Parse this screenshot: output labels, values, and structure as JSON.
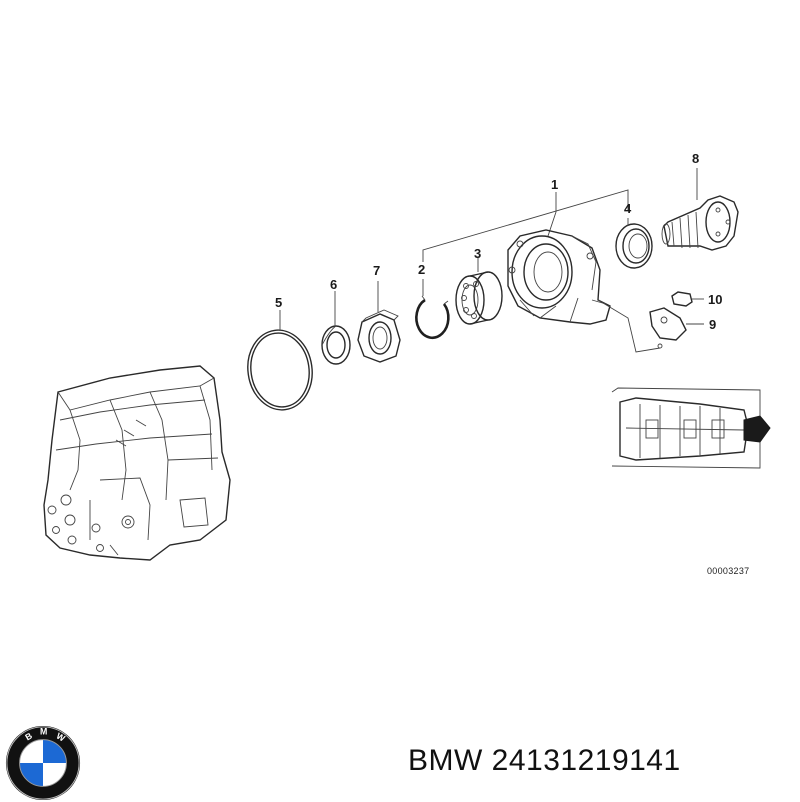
{
  "callouts": [
    {
      "id": "1",
      "label": "1"
    },
    {
      "id": "2",
      "label": "2"
    },
    {
      "id": "3",
      "label": "3"
    },
    {
      "id": "4",
      "label": "4"
    },
    {
      "id": "5",
      "label": "5"
    },
    {
      "id": "6",
      "label": "6"
    },
    {
      "id": "7",
      "label": "7"
    },
    {
      "id": "8",
      "label": "8"
    },
    {
      "id": "9",
      "label": "9"
    },
    {
      "id": "10",
      "label": "10"
    }
  ],
  "ref_code": "00003237",
  "caption": "BMW 24131219141",
  "logo": {
    "icon": "bmw-roundel-icon",
    "letters": "BMW",
    "colors": {
      "blue": "#1c69d4",
      "white": "#ffffff",
      "ring": "#111111"
    }
  }
}
